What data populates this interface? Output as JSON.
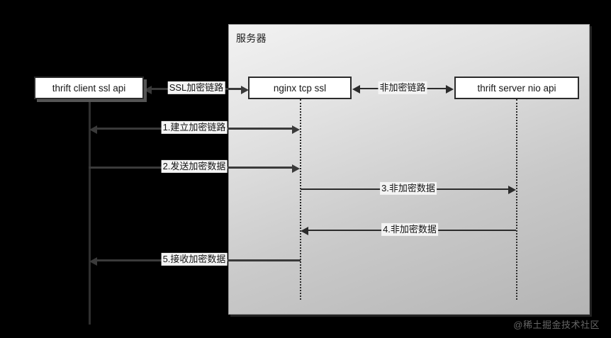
{
  "diagram": {
    "type": "sequence-diagram",
    "background_color": "#000000",
    "container": {
      "title": "服务器",
      "fill_start": "#f2f2f2",
      "fill_end": "#b4b4b4",
      "border_color": "#9a9a9a"
    },
    "participants": [
      {
        "id": "client",
        "label": "thrift client ssl api",
        "lifeline_style": "solid"
      },
      {
        "id": "nginx",
        "label": "nginx tcp ssl",
        "lifeline_style": "dotted"
      },
      {
        "id": "thrift",
        "label": "thrift server nio api",
        "lifeline_style": "dotted"
      }
    ],
    "links": [
      {
        "id": "ssl-link",
        "label": "SSL加密链路",
        "from": "client",
        "to": "nginx",
        "arrow": "both"
      },
      {
        "id": "plain-link",
        "label": "非加密链路",
        "from": "nginx",
        "to": "thrift",
        "arrow": "both"
      }
    ],
    "messages": [
      {
        "seq": "1",
        "label": "1.建立加密链路",
        "from": "client",
        "to": "nginx",
        "arrow": "both"
      },
      {
        "seq": "2",
        "label": "2.发送加密数据",
        "from": "client",
        "to": "nginx",
        "arrow": "right"
      },
      {
        "seq": "3",
        "label": "3.非加密数据",
        "from": "nginx",
        "to": "thrift",
        "arrow": "right"
      },
      {
        "seq": "4",
        "label": "4.非加密数据",
        "from": "thrift",
        "to": "nginx",
        "arrow": "left"
      },
      {
        "seq": "5",
        "label": "5.接收加密数据",
        "from": "nginx",
        "to": "client",
        "arrow": "left"
      }
    ],
    "watermark": "@稀土掘金技术社区"
  }
}
